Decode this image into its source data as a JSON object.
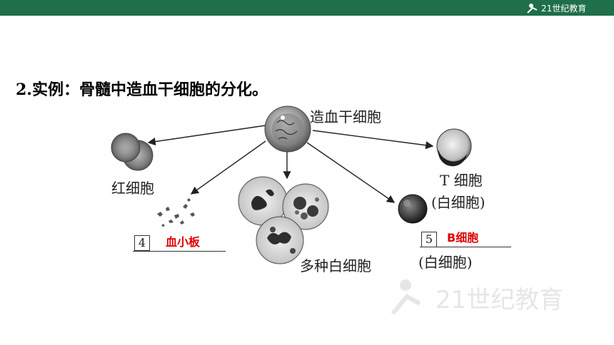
{
  "header": {
    "brand_logo": "21世纪教育"
  },
  "title": "2.实例：骨髓中造血干细胞的分化。",
  "diagram": {
    "stem_cell_label": "造血干细胞",
    "red_cell_label": "红细胞",
    "t_cell_label": "T 细胞",
    "t_cell_sub": "(白细胞)",
    "white_cells_label": "多种白细胞",
    "blank4": {
      "number": "4",
      "answer": "血小板"
    },
    "blank5": {
      "number": "5",
      "answer": "B细胞",
      "sub": "(白细胞)"
    }
  },
  "colors": {
    "header_bar": "#1f6f4a",
    "answer": "#e00000"
  },
  "watermark_text": "21世纪教育"
}
